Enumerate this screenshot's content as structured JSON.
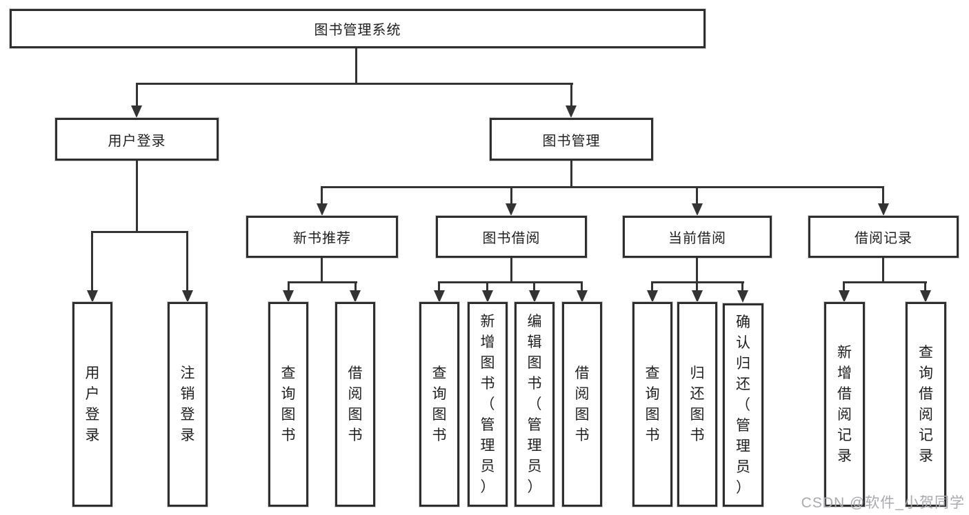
{
  "tree": {
    "label": "图书管理系统",
    "children": [
      {
        "label": "用户登录",
        "children": [
          {
            "label": "用户登录"
          },
          {
            "label": "注销登录"
          }
        ]
      },
      {
        "label": "图书管理",
        "children": [
          {
            "label": "新书推荐",
            "children": [
              {
                "label": "查询图书"
              },
              {
                "label": "借阅图书"
              }
            ]
          },
          {
            "label": "图书借阅",
            "children": [
              {
                "label": "查询图书"
              },
              {
                "label": "新增图书（管理员）"
              },
              {
                "label": "编辑图书（管理员）"
              },
              {
                "label": "借阅图书"
              }
            ]
          },
          {
            "label": "当前借阅",
            "children": [
              {
                "label": "查询图书"
              },
              {
                "label": "归还图书"
              },
              {
                "label": "确认归还（管理员）"
              }
            ]
          },
          {
            "label": "借阅记录",
            "children": [
              {
                "label": "新增借阅记录"
              },
              {
                "label": "查询借阅记录"
              }
            ]
          }
        ]
      }
    ]
  },
  "watermark": {
    "text": "CSDN @软件_小贺同学"
  },
  "colors": {
    "line": "#333333",
    "box_border": "#2e2e2e",
    "text": "#1f1f1f",
    "watermark": "#a9a9ae",
    "background": "#ffffff"
  }
}
